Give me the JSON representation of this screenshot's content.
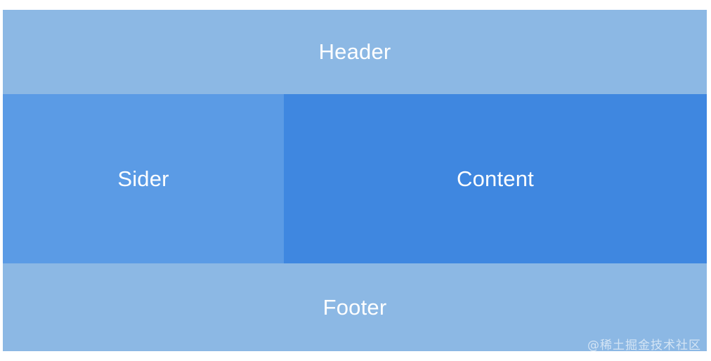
{
  "layout": {
    "header": {
      "label": "Header",
      "color": "#8cb8e4"
    },
    "sider": {
      "label": "Sider",
      "color": "#5b9be5"
    },
    "content": {
      "label": "Content",
      "color": "#3f87e0"
    },
    "footer": {
      "label": "Footer",
      "color": "#8cb8e4"
    }
  },
  "watermark": {
    "text": "@稀土掘金技术社区"
  },
  "colors": {
    "background": "#ffffff",
    "text": "#ffffff",
    "header_footer": "#8cb8e4",
    "sider": "#5b9be5",
    "content": "#3f87e0"
  }
}
